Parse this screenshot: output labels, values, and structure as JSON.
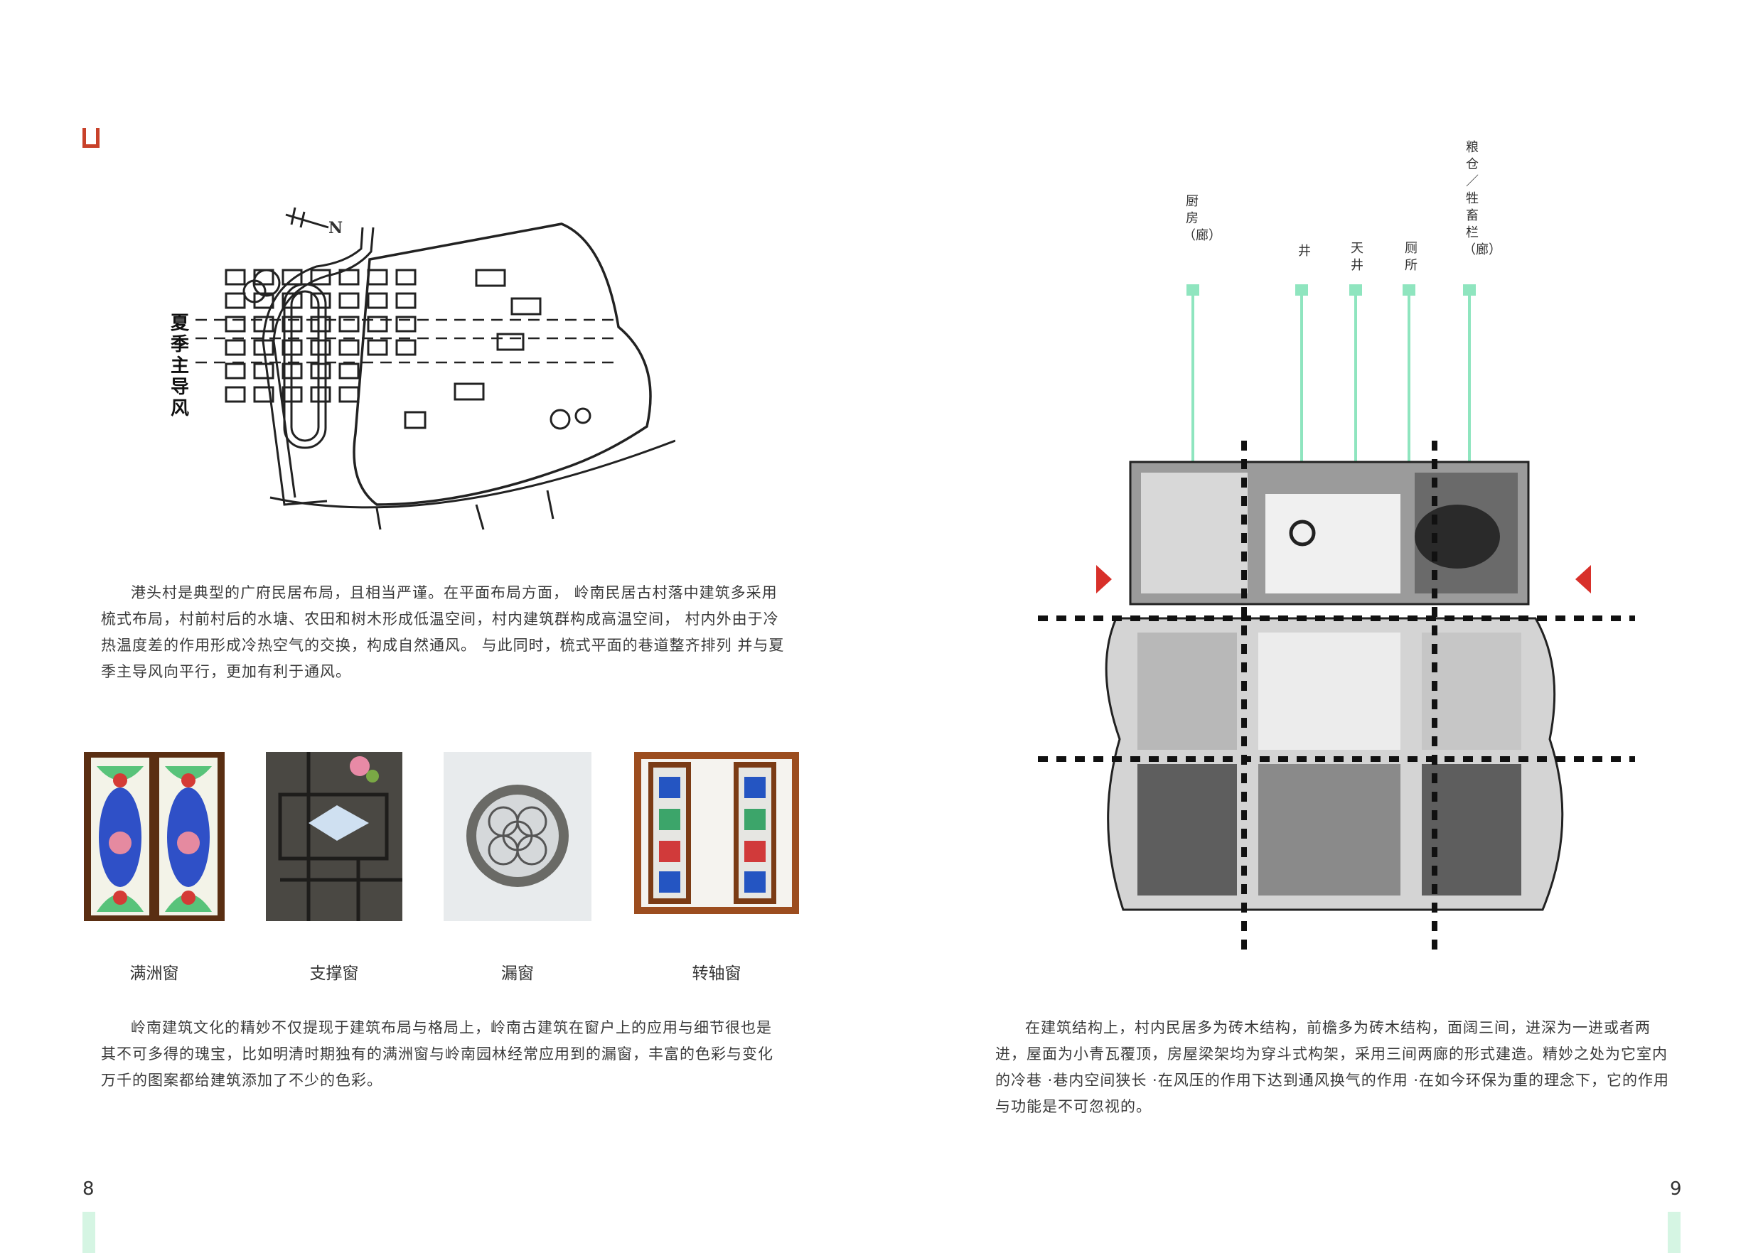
{
  "left_page": {
    "page_number": "8",
    "map": {
      "compass_label": "N",
      "wind_label": "夏季主导风"
    },
    "paragraph1": "港头村是典型的广府民居布局，且相当严谨。在平面布局方面， 岭南民居古村落中建筑多采用梳式布局，村前村后的水塘、农田和树木形成低温空间，村内建筑群构成高温空间， 村内外由于冷热温度差的作用形成冷热空气的交换，构成自然通风。 与此同时，梳式平面的巷道整齐排列 并与夏季主导风向平行，更加有利于通风。",
    "windows": [
      {
        "caption": "满洲窗"
      },
      {
        "caption": "支撑窗"
      },
      {
        "caption": "漏窗"
      },
      {
        "caption": "转轴窗"
      }
    ],
    "paragraph2": "岭南建筑文化的精妙不仅提现于建筑布局与格局上，岭南古建筑在窗户上的应用与细节很也是其不可多得的瑰宝，比如明清时期独有的满洲窗与岭南园林经常应用到的漏窗，丰富的色彩与变化万千的图案都给建筑添加了不少的色彩。"
  },
  "right_page": {
    "page_number": "9",
    "labels": [
      {
        "text": "厨房（廊）"
      },
      {
        "text": "井"
      },
      {
        "text": "天井"
      },
      {
        "text": "厕所"
      },
      {
        "text": "粮仓／牲畜栏（廊）"
      }
    ],
    "paragraph": "在建筑结构上，村内民居多为砖木结构，前檐多为砖木结构，面阔三间，进深为一进或者两进，屋面为小青瓦覆顶，房屋梁架均为穿斗式构架，采用三间两廊的形式建造。精妙之处为它室内的冷巷 ·巷内空间狭长 ·在风压的作用下达到通风换气的作用 ·在如今环保为重的理念下，它的作用与功能是不可忽视的。"
  },
  "colors": {
    "accent_red": "#c8412a",
    "arrow_red": "#d8302a",
    "mint": "#d5f5e3",
    "leader_green": "#8fe5bf"
  }
}
